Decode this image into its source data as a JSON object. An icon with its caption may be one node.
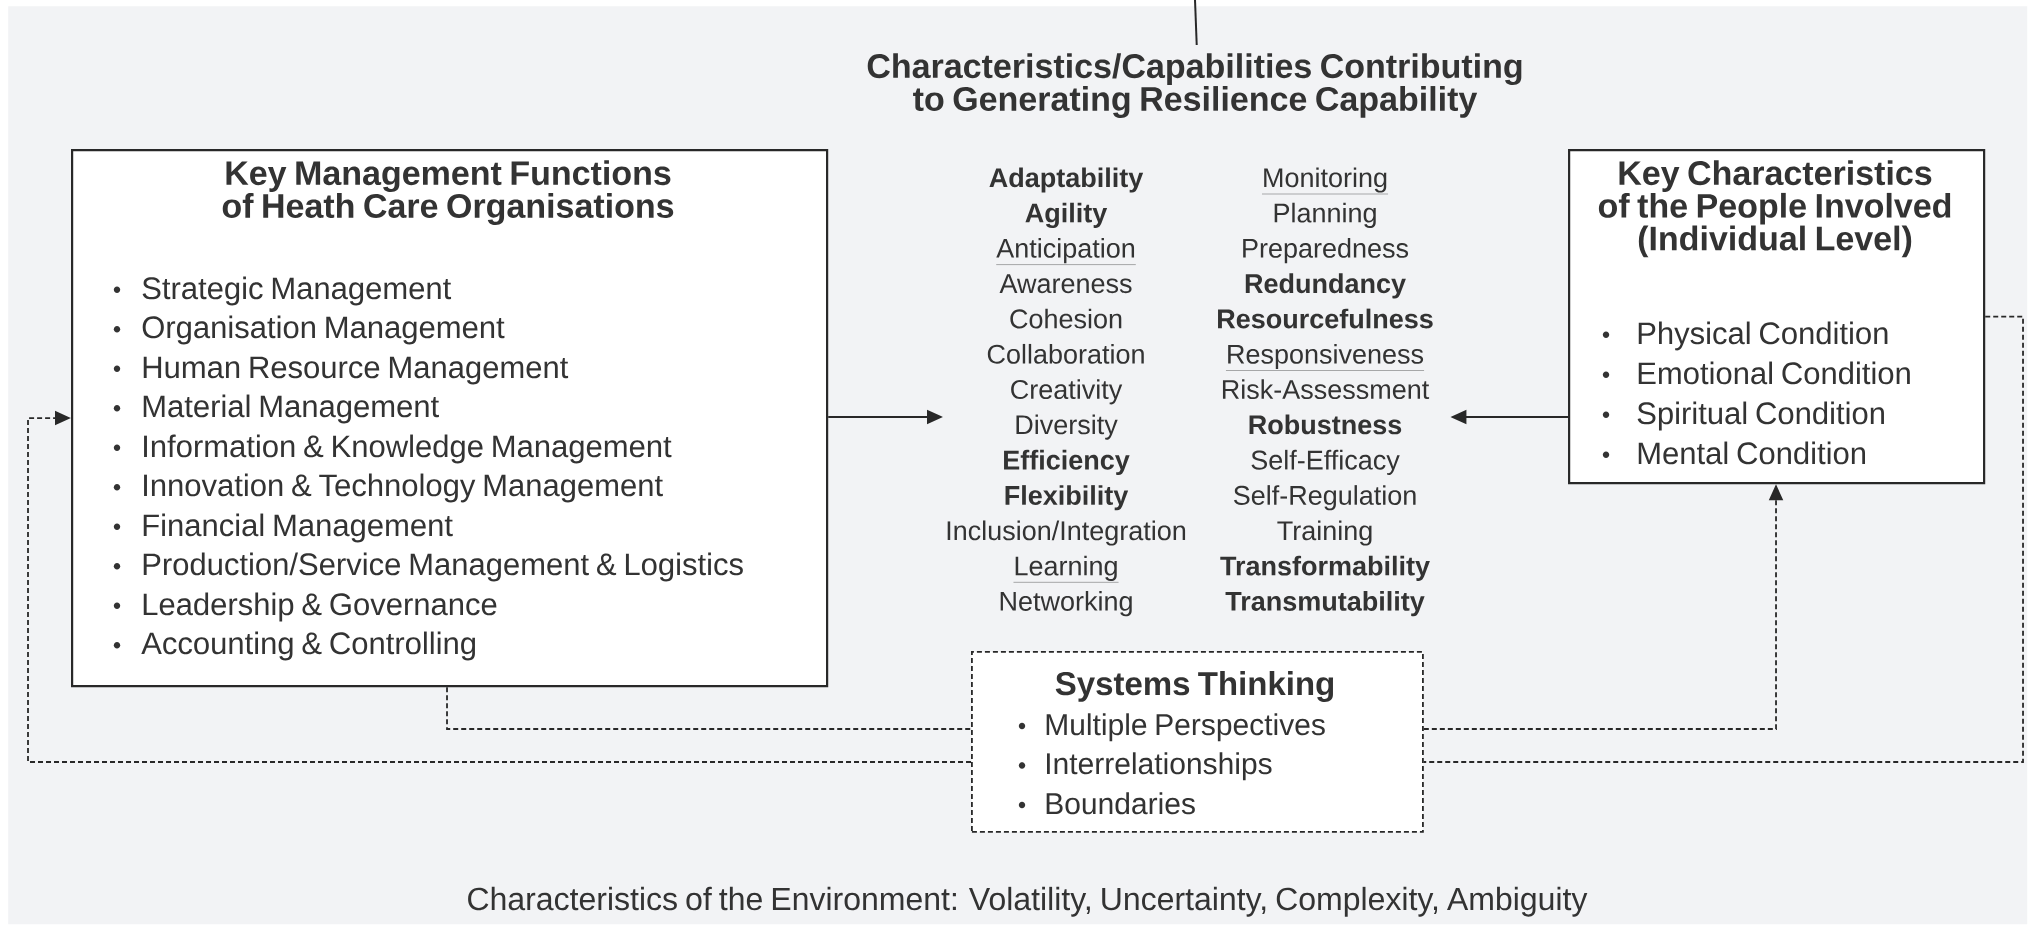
{
  "diagram": {
    "nodes": [
      {
        "text": [
          "Characteristics of the Environment: Volatility, Uncertainty, Complexity, Ambiguity"
        ]
      },
      {
        "text": [
          "Key Management Functions of Heath Care Organisations",
          "Strategic Management",
          "Organisation Management",
          "Human Resource Management",
          "Material Management",
          "Information & Knowledge Management",
          "Innovation & Technology Management",
          "Financial Management",
          "Production/Service Management & Logistics",
          "Leadership & Governance",
          "Accounting & Controlling"
        ],
        "in": 0
      },
      {
        "text": [
          "Characteristics/Capabilities Contributing to Generating Resilience Capability",
          "Adaptability",
          "Agility",
          "Anticipation",
          "Awareness",
          "Cohesion",
          "Collaboration",
          "Creativity",
          "Diversity",
          "Efficiency",
          "Flexibility",
          "Inclusion/Integration",
          "Learning",
          "Networking",
          "Monitoring",
          "Planning",
          "Preparedness",
          "Redundancy",
          "Resourcefulness",
          "Responsiveness",
          "Risk-Assessment",
          "Robustness",
          "Self-Efficacy",
          "Self-Regulation",
          "Training",
          "Transformability",
          "Transmutability"
        ],
        "in": 0
      },
      {
        "text": [
          "Key Characteristics of the People Involved (Individual Level)",
          "Physical Condition",
          "Emotional Condition",
          "Spiritual Condition",
          "Mental Condition"
        ],
        "in": 0
      },
      {
        "text": [
          "Systems Thinking",
          "Multiple Perspectives",
          "Interrelationships",
          "Boundaries"
        ],
        "in": 0
      }
    ],
    "edges": [
      {
        "from": null,
        "to": 2,
        "arrow": "none"
      },
      {
        "from": 1,
        "to": 2,
        "arrow": "to"
      },
      {
        "from": 3,
        "to": 2,
        "arrow": "to"
      },
      {
        "from": 1,
        "to": 4,
        "arrow": "none",
        "style": "dashed"
      },
      {
        "from": 4,
        "to": 3,
        "arrow": "to",
        "style": "dashed"
      },
      {
        "from": 3,
        "to": 4,
        "arrow": "none",
        "style": "dashed"
      },
      {
        "from": 4,
        "to": 1,
        "arrow": "to",
        "style": "dashed"
      }
    ]
  }
}
